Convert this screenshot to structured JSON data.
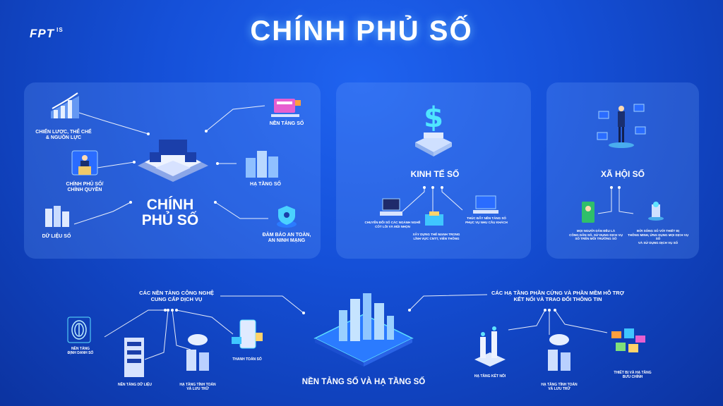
{
  "header": {
    "title": "CHÍNH PHỦ SỐ",
    "logo": {
      "brand": "FPT",
      "suffix": "IS"
    }
  },
  "government_panel": {
    "center": [
      "CHÍNH",
      "PHỦ SỐ"
    ],
    "items": {
      "strategy": [
        "CHIẾN LƯỢC, THỂ CHẾ",
        "& NGUỒN LỰC"
      ],
      "authority": [
        "CHÍNH PHỦ SỐ/",
        "CHÍNH QUYỀN"
      ],
      "data": "DỮ LIỆU SỐ",
      "platform": "NỀN TẢNG SỐ",
      "infrastructure": "HẠ TẦNG SỐ",
      "security": [
        "ĐẢM BẢO AN TOÀN,",
        "AN NINH MẠNG"
      ]
    }
  },
  "economy_panel": {
    "title": "KINH TẾ SỐ",
    "items": {
      "transform": [
        "CHUYỂN ĐỔI SỐ CÁC NGÀNH NGHỀ",
        "CỐT LÕI VÀ MŨI NHỌN"
      ],
      "build": [
        "XÂY DỰNG THẾ MẠNH TRONG",
        "LĨNH VỰC CNTT, VIỄN THÔNG"
      ],
      "promote": [
        "THÚC ĐẨY NỀN TẢNG SỐ",
        "PHỤC VỤ NHU CẦU KHÁCH"
      ]
    }
  },
  "society_panel": {
    "title": "XÃ HỘI SỐ",
    "items": {
      "citizens": [
        "MỌI NGƯỜI DÂN ĐỀU LÀ",
        "CÔNG DÂN SỐ, SỬ DỤNG DỊCH VỤ",
        "SỐ TRÊN MÔI TRƯỜNG SỐ"
      ],
      "life": [
        "ĐỜI SỐNG SỐ VỚI THIẾT BỊ",
        "THÔNG MINH, ỨNG DỤNG MỌI DỊCH VỤ SỐ",
        "VÀ SỬ DỤNG DỊCH VỤ SỐ"
      ]
    }
  },
  "bottom": {
    "center_title": "NỀN TẢNG SỐ VÀ HẠ TẦNG SỐ",
    "left_group": [
      "CÁC NỀN TẢNG CÔNG NGHỆ",
      "CUNG CẤP DỊCH VỤ"
    ],
    "right_group": [
      "CÁC HẠ TẦNG PHẦN CỨNG VÀ PHẦN MỀM HỖ TRỢ",
      "KẾT NỐI VÀ TRAO ĐỔI THÔNG TIN"
    ],
    "left_items": {
      "identity": [
        "NỀN TẢNG",
        "ĐỊNH DANH SỐ"
      ],
      "data_platform": "NỀN TẢNG DỮ LIỆU",
      "compute": [
        "HẠ TẦNG TÍNH TOÁN",
        "VÀ LƯU TRỮ"
      ],
      "payment": "THANH TOÁN SỐ"
    },
    "right_items": {
      "connect": "HẠ TẦNG KẾT NỐI",
      "compute": [
        "HẠ TẦNG TÍNH TOÁN",
        "VÀ LƯU TRỮ"
      ],
      "devices": [
        "THIẾT BỊ VÀ HẠ TẦNG",
        "BƯU CHÍNH"
      ]
    }
  },
  "colors": {
    "accent_cyan": "#5fe3ff",
    "panel": "#6aa0ff",
    "bg": "#1550d8"
  }
}
